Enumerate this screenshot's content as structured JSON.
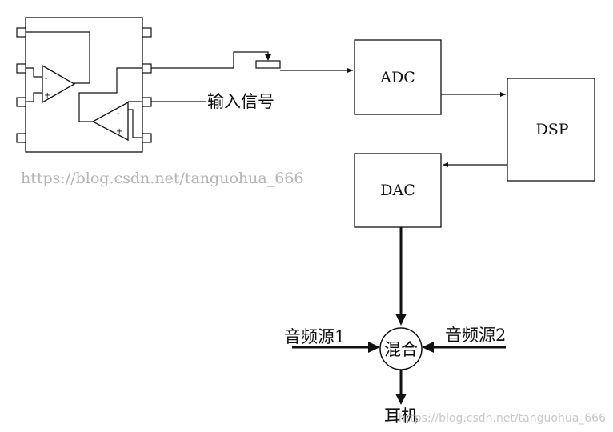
{
  "blocks": {
    "adc": "ADC",
    "dsp": "DSP",
    "dac": "DAC",
    "mixer": "混合"
  },
  "labels": {
    "input_signal": "输入信号",
    "audio_source_1": "音频源1",
    "audio_source_2": "音频源2",
    "earphone": "耳机"
  },
  "opamp": {
    "minus": "-",
    "plus": "+"
  },
  "watermarks": {
    "main": "https://blog.csdn.net/tanguohua_666",
    "corner": "https://blog.csdn.net/tanguohua_666"
  }
}
